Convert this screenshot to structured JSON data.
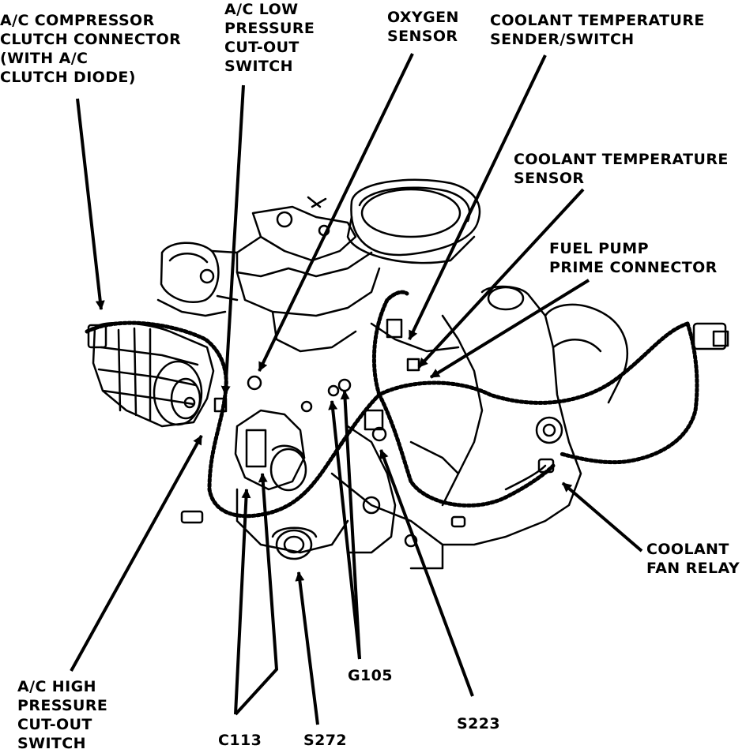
{
  "labels": {
    "ac_compressor_clutch_connector": [
      "A/C COMPRESSOR",
      "CLUTCH CONNECTOR",
      "(WITH A/C",
      "CLUTCH DIODE)"
    ],
    "ac_low_pressure_cutout_switch": [
      "A/C LOW",
      "PRESSURE",
      "CUT-OUT",
      "SWITCH"
    ],
    "oxygen_sensor": [
      "OXYGEN",
      "SENSOR"
    ],
    "coolant_temperature_sender_switch": [
      "COOLANT TEMPERATURE",
      "SENDER/SWITCH"
    ],
    "coolant_temperature_sensor": [
      "COOLANT TEMPERATURE",
      "SENSOR"
    ],
    "fuel_pump_prime_connector": [
      "FUEL PUMP",
      "PRIME CONNECTOR"
    ],
    "coolant_fan_relay": [
      "COOLANT",
      "FAN RELAY"
    ],
    "ac_high_pressure_cutout_switch": [
      "A/C HIGH",
      "PRESSURE",
      "CUT-OUT",
      "SWITCH"
    ],
    "c113": "C113",
    "s272": "S272",
    "g105": "G105",
    "s223": "S223"
  },
  "colors": {
    "ink": "#000000",
    "paper": "#ffffff"
  }
}
